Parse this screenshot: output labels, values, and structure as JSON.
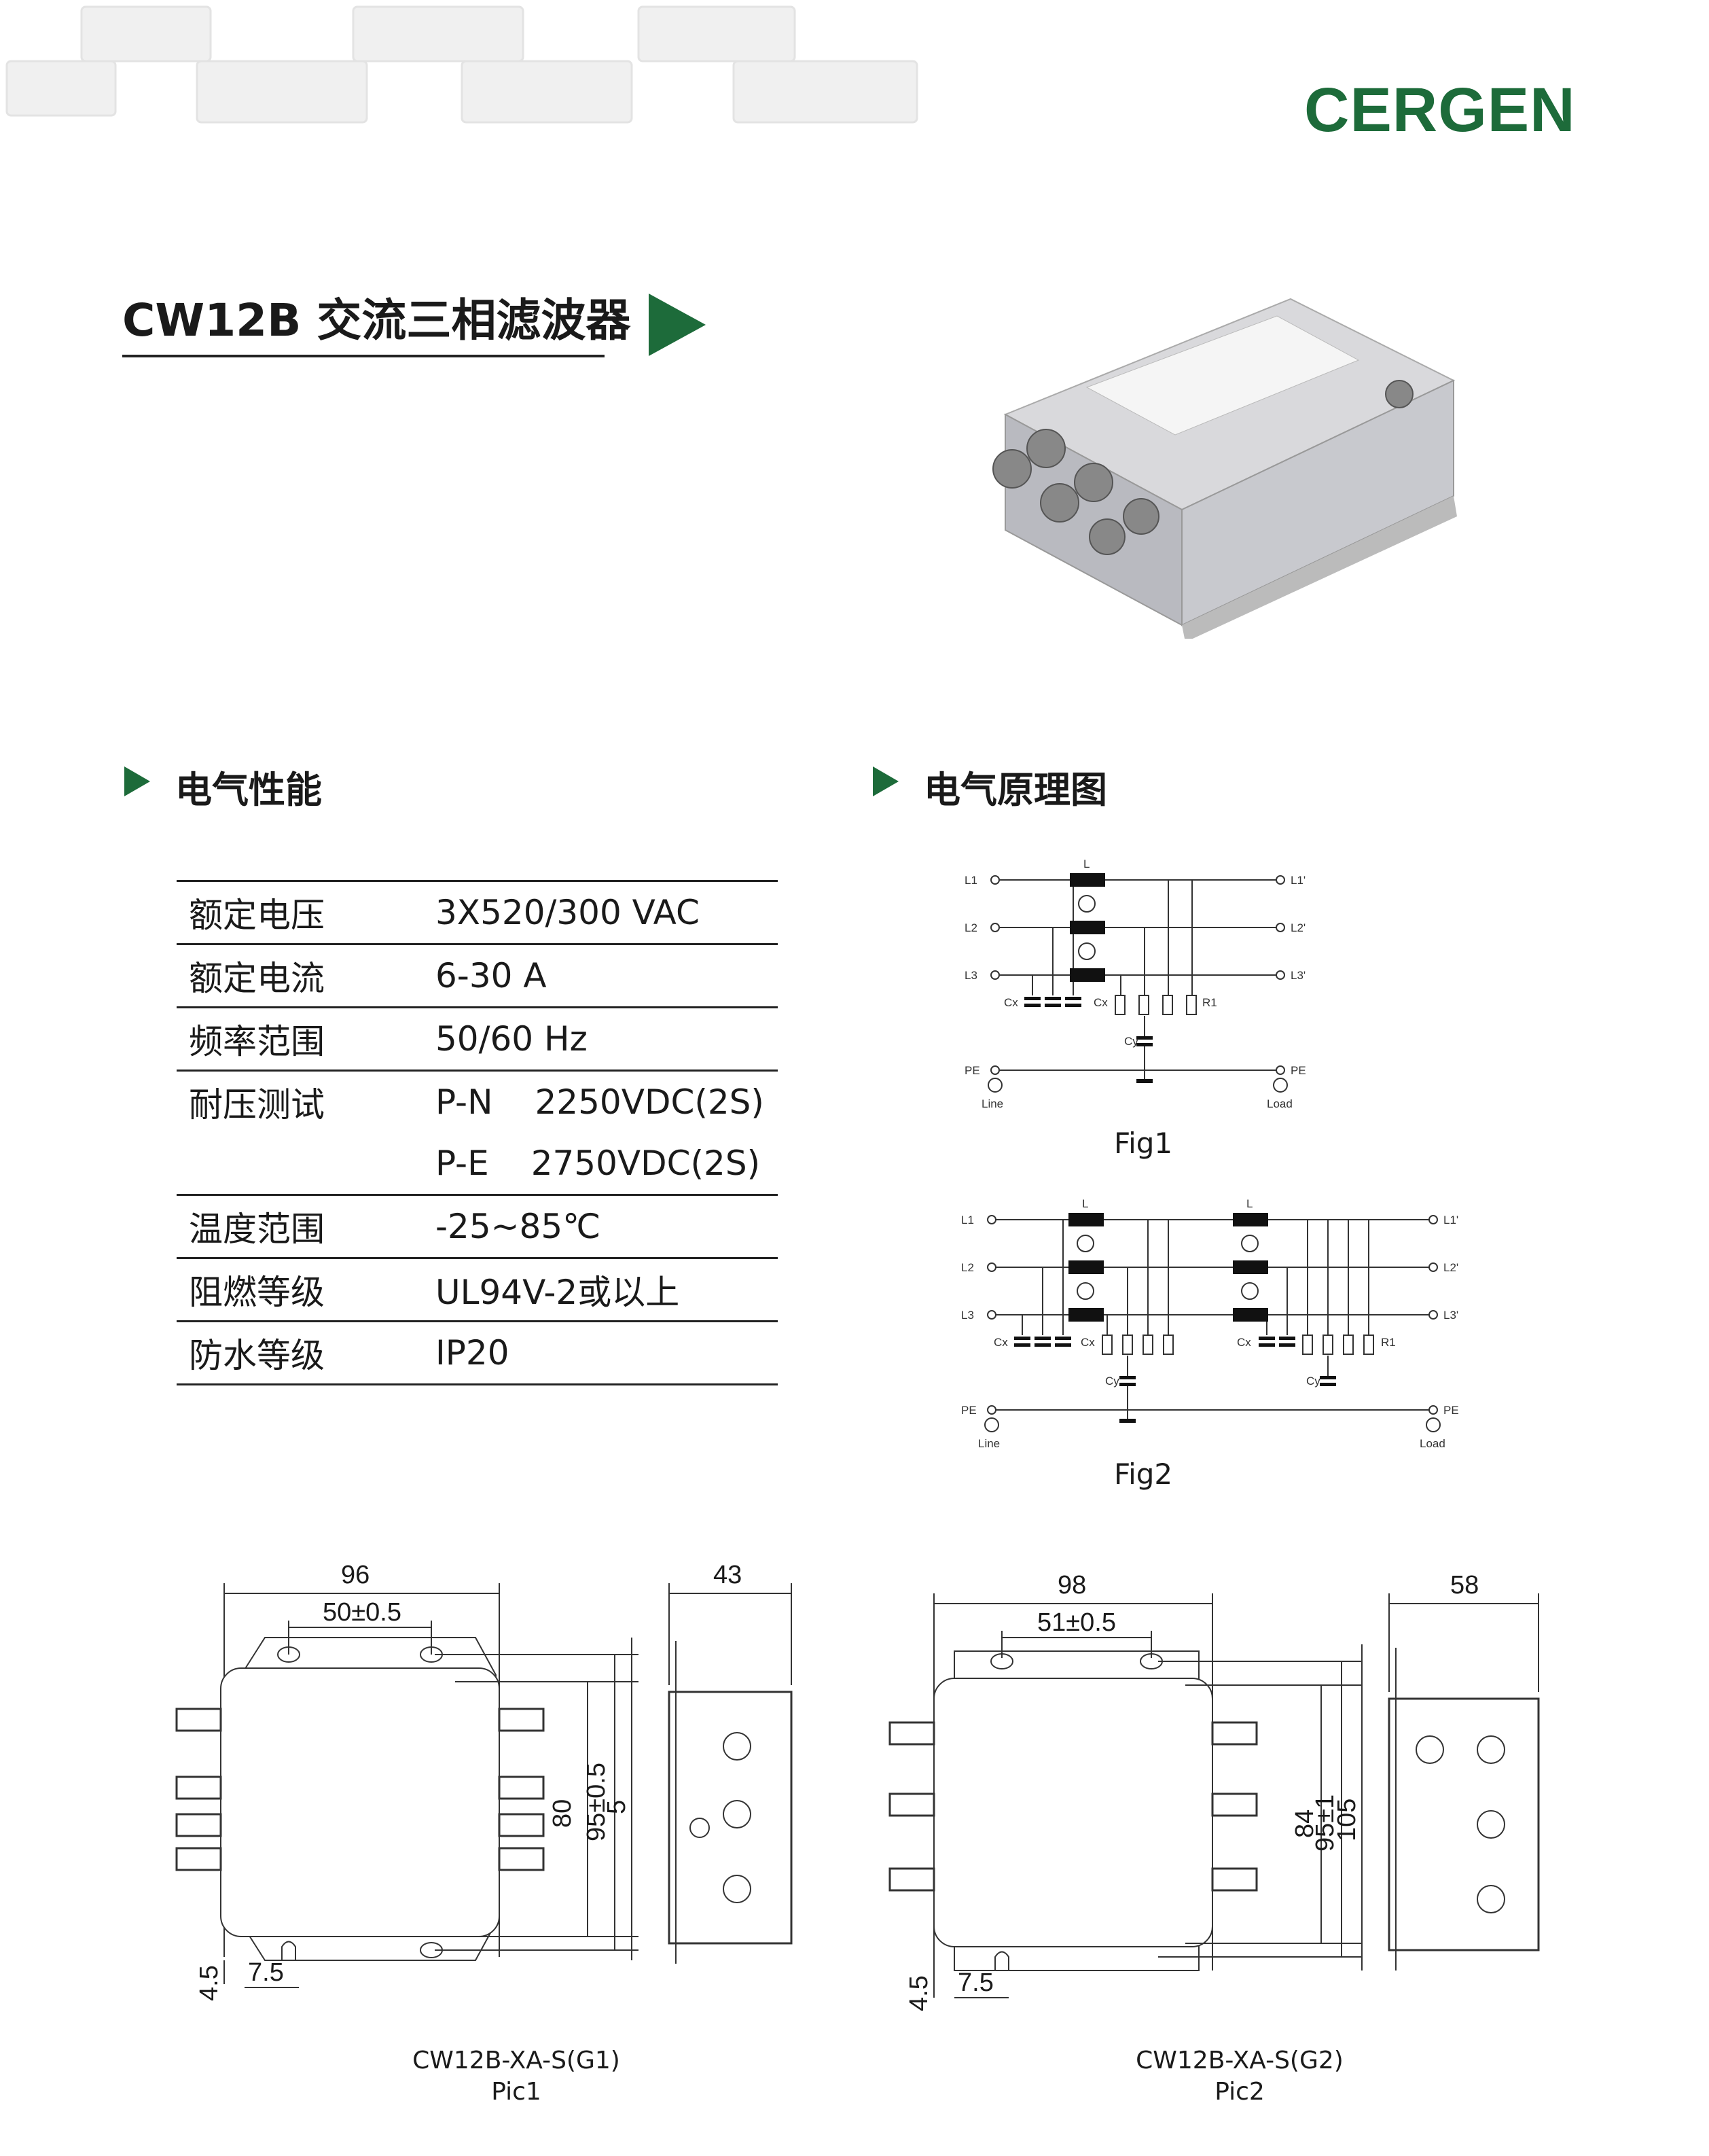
{
  "brand": {
    "logo": "CERGEN"
  },
  "product": {
    "title": "CW12B 交流三相滤波器"
  },
  "sections": {
    "electrical_performance": "电气性能",
    "schematic": "电气原理图"
  },
  "specs": [
    {
      "label": "额定电压",
      "value": "3X520/300 VAC"
    },
    {
      "label": "额定电流",
      "value": "6-30 A"
    },
    {
      "label": "频率范围",
      "value": "50/60 Hz"
    },
    {
      "label": "耐压测试",
      "value_a": "P-N",
      "value_b": "2250VDC(2S)"
    },
    {
      "label": "",
      "value_a": "P-E",
      "value_b": "2750VDC(2S)"
    },
    {
      "label": "温度范围",
      "value": "-25~85℃"
    },
    {
      "label": "阻燃等级",
      "value": "UL94V-2或以上"
    },
    {
      "label": "防水等级",
      "value": "IP20"
    }
  ],
  "schematic_labels": {
    "L1": "L1",
    "L2": "L2",
    "L3": "L3",
    "PE": "PE",
    "L1p": "L1'",
    "L2p": "L2'",
    "L3p": "L3'",
    "L": "L",
    "Cx": "Cx",
    "Cy": "Cy",
    "R1": "R1",
    "Line": "Line",
    "Load": "Load"
  },
  "figures": {
    "fig1": "Fig1",
    "fig2": "Fig2"
  },
  "drawing1": {
    "width": "96",
    "pitch": "50±0.5",
    "depth": "43",
    "h1": "80",
    "h2": "95±0.5",
    "h3": "5",
    "slot_w": "7.5",
    "slot_h": "4.5",
    "model": "CW12B-XA-S(G1)",
    "pic": "Pic1"
  },
  "drawing2": {
    "width": "98",
    "pitch": "51±0.5",
    "depth": "58",
    "h1": "84",
    "h2": "95±1",
    "h3": "105",
    "slot_w": "7.5",
    "slot_h": "4.5",
    "model": "CW12B-XA-S(G2)",
    "pic": "Pic2"
  },
  "colors": {
    "brand_green": "#1d6b3a",
    "text": "#1a1a1a",
    "rule": "#222222"
  }
}
